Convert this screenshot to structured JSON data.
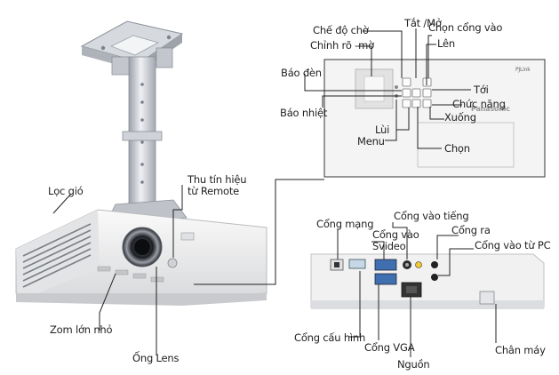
{
  "labels": {
    "che_do_cho": "Chế độ chờ",
    "tat_mo": "Tắt /Mở",
    "chon_cong_vao": "Chọn cổng vào",
    "chinh_ro_mo": "Chỉnh rõ -mờ",
    "len": "Lên",
    "bao_den": "Báo đèn",
    "toi": "Tới",
    "chuc_nang": "Chức năng",
    "bao_nhiet": "Báo nhiệt",
    "xuong": "Xuống",
    "lui": "Lùi",
    "menu": "Menu",
    "chon": "Chọn",
    "thu_tin_hieu": "Thu tín hiệu từ Remote",
    "loc_gio": "Lọc gió",
    "cong_mang": "Cổng mạng",
    "cong_vao_tieng": "Cổng vào tiếng",
    "cong_vao_svideo": "Cổng vào Svideo",
    "cong_ra": "Cổng ra",
    "cong_vao_tu_pc": "Cổng vào từ PC",
    "zom_lon_nho": "Zom lớn nhỏ",
    "cong_cau_hinh": "Cổng cấu hình",
    "cong_vga": "Cổng VGA",
    "chan_may": "Chân máy",
    "ong_lens": "Ống Lens",
    "nguon": "Nguồn"
  },
  "brand": {
    "logo_text": "Panasonic",
    "badge_text": "PJLink"
  },
  "colors": {
    "line": "#222222",
    "panel_border": "#333333",
    "body_white": "#f2f2f2",
    "metal": "#c9ccd1"
  }
}
